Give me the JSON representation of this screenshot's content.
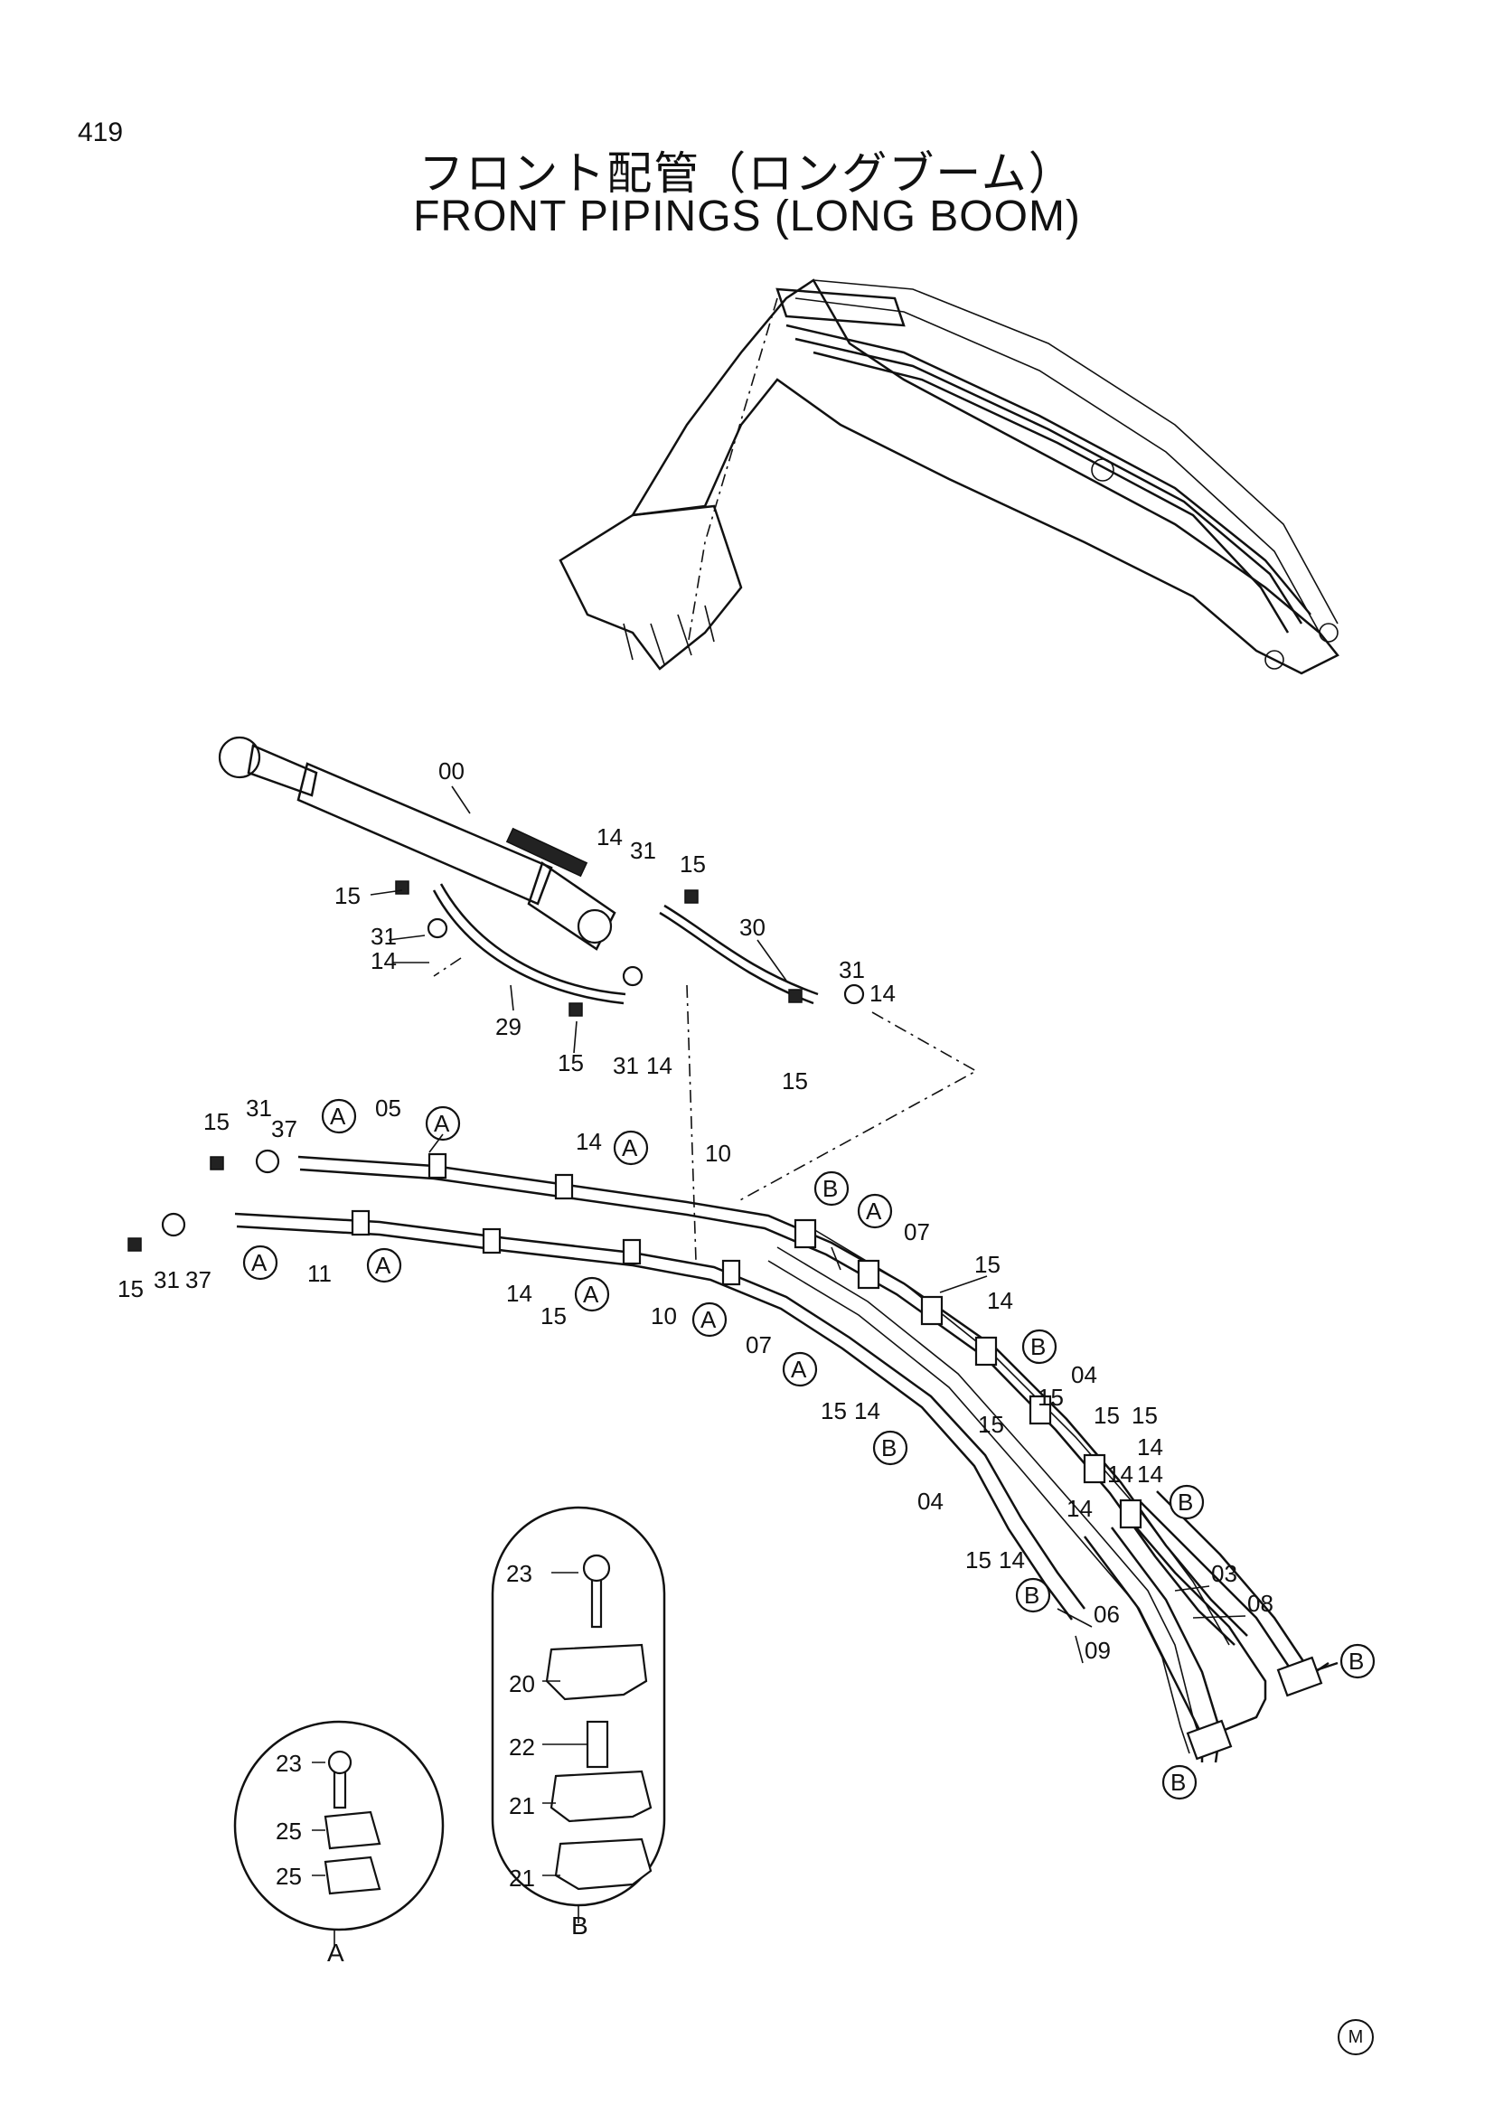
{
  "page": {
    "number": "419",
    "title_jp": "フロント配管（ロングブーム）",
    "title_en": "FRONT PIPINGS (LONG BOOM)",
    "mark": "M"
  },
  "callouts": [
    "00",
    "14",
    "31",
    "15",
    "15",
    "31",
    "14",
    "30",
    "29",
    "15",
    "31",
    "14",
    "31",
    "14",
    "15",
    "15",
    "31",
    "37",
    "05",
    "14",
    "10",
    "07",
    "15",
    "15",
    "31",
    "37",
    "11",
    "14",
    "15",
    "10",
    "07",
    "14",
    "15",
    "14",
    "04",
    "15",
    "15",
    "14",
    "15",
    "14",
    "04",
    "15",
    "14",
    "14",
    "03",
    "08",
    "06",
    "09",
    "23",
    "20",
    "22",
    "21",
    "21",
    "23",
    "25",
    "25",
    "15",
    "14"
  ],
  "circle_marks": [
    "A",
    "A",
    "A",
    "A",
    "A",
    "A",
    "A",
    "A",
    "A",
    "B",
    "B",
    "B",
    "B",
    "B",
    "B",
    "B",
    "B"
  ],
  "detail_labels": [
    "A",
    "B"
  ]
}
